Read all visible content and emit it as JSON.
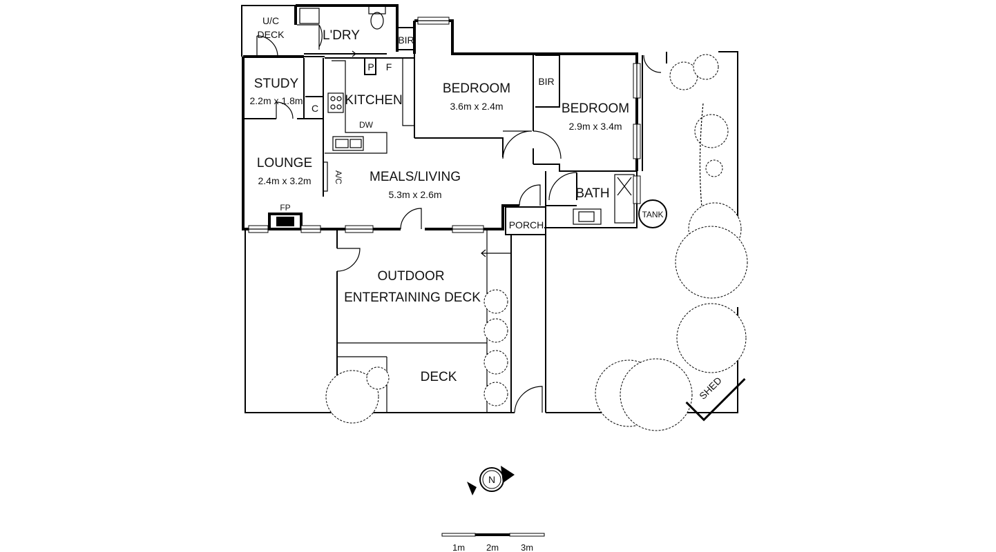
{
  "rooms": {
    "uc_deck": {
      "name": "U/C",
      "name2": "DECK"
    },
    "laundry": {
      "name": "L'DRY"
    },
    "bir_top": {
      "name": "BIR"
    },
    "pantry": {
      "name": "P"
    },
    "fridge": {
      "name": "F"
    },
    "study": {
      "name": "STUDY",
      "size": "2.2m x 1.8m"
    },
    "cupboard": {
      "name": "C"
    },
    "kitchen": {
      "name": "KITCHEN"
    },
    "dishwasher": {
      "name": "DW"
    },
    "bedroom1": {
      "name": "BEDROOM",
      "size": "3.6m x 2.4m"
    },
    "bir_bed2": {
      "name": "BIR"
    },
    "bedroom2": {
      "name": "BEDROOM",
      "size": "2.9m x 3.4m"
    },
    "lounge": {
      "name": "LOUNGE",
      "size": "2.4m x 3.2m"
    },
    "aircon": {
      "name": "A/C"
    },
    "meals_living": {
      "name": "MEALS/LIVING",
      "size": "5.3m x 2.6m"
    },
    "bath": {
      "name": "BATH"
    },
    "tank": {
      "name": "TANK"
    },
    "fireplace": {
      "name": "FP"
    },
    "porch": {
      "name": "PORCH"
    },
    "outdoor_deck": {
      "name": "OUTDOOR",
      "name2": "ENTERTAINING DECK"
    },
    "deck": {
      "name": "DECK"
    },
    "shed": {
      "name": "SHED"
    }
  },
  "compass": {
    "label": "N"
  },
  "scale_bar": {
    "labels": [
      "1m",
      "2m",
      "3m"
    ]
  }
}
